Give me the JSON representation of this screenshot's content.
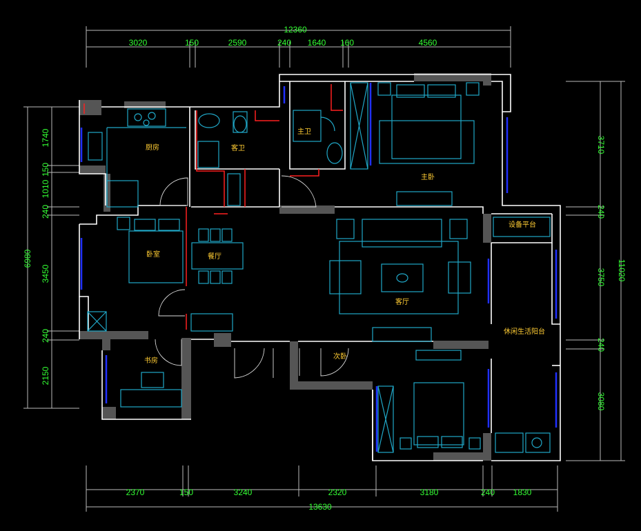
{
  "dimensions": {
    "top_total": "12360",
    "top": [
      "3020",
      "150",
      "2590",
      "240",
      "1640",
      "160",
      "4560"
    ],
    "bottom": [
      "2370",
      "150",
      "3240",
      "2320",
      "3180",
      "240",
      "1830"
    ],
    "bottom_total": "13630",
    "left_total": "6980",
    "left": [
      "1740",
      "150",
      "1010",
      "240",
      "3450",
      "240",
      "2150"
    ],
    "right_total": "11020",
    "right": [
      "3710",
      "240",
      "3750",
      "240",
      "3080"
    ]
  },
  "rooms": {
    "kitchen": "厨房",
    "guest_bath": "客卫",
    "master_bath": "主卫",
    "master_bedroom": "主卧",
    "bedroom": "卧室",
    "dining": "餐厅",
    "living": "客厅",
    "equipment_platform": "设备平台",
    "leisure_balcony": "休闲生活阳台",
    "study": "书房",
    "second_bedroom": "次卧"
  }
}
